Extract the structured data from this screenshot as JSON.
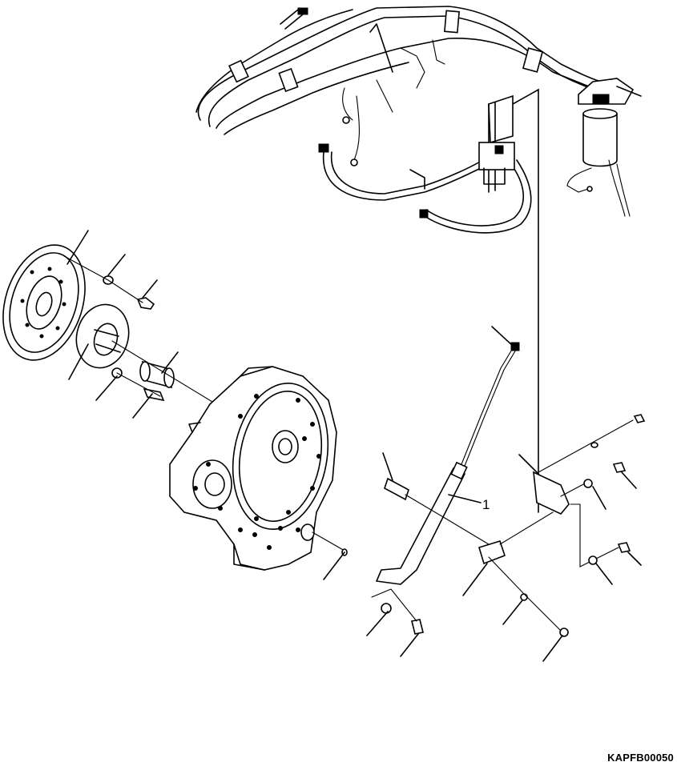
{
  "diagram": {
    "callouts": [
      {
        "id": "1",
        "label": "1"
      }
    ],
    "drawing_code": "KAPFB00050"
  }
}
